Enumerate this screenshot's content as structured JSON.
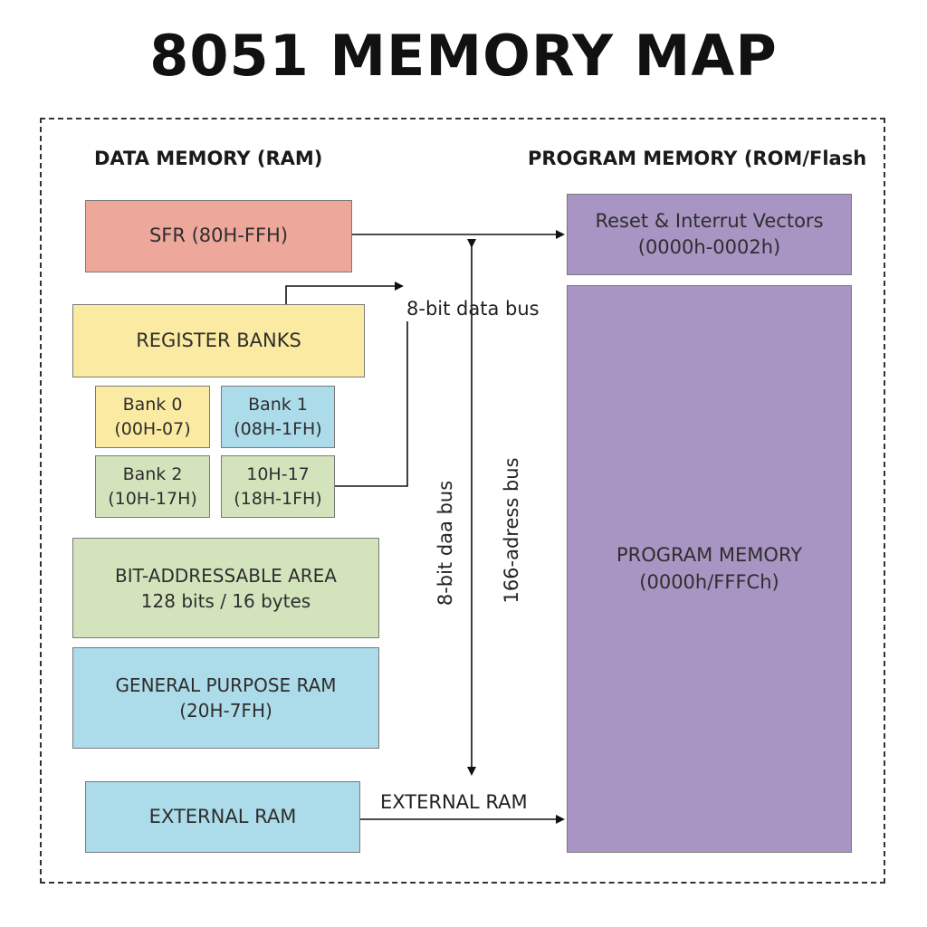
{
  "title": "8051 MEMORY MAP",
  "data_memory": {
    "heading": "DATA MEMORY (RAM)",
    "sfr": {
      "line1": "SFR (80H-FFH)"
    },
    "register_banks": {
      "line1": "REGISTER BANKS"
    },
    "banks": [
      {
        "line1": "Bank 0",
        "line2": "(00H-07)"
      },
      {
        "line1": "Bank 1",
        "line2": "(08H-1FH)"
      },
      {
        "line1": "Bank 2",
        "line2": "(10H-17H)"
      },
      {
        "line1": "10H-17",
        "line2": "(18H-1FH)"
      }
    ],
    "bit_addressable": {
      "line1": "BIT-ADDRESSABLE AREA",
      "line2": "128 bits / 16 bytes"
    },
    "general_purpose": {
      "line1": "GENERAL PURPOSE RAM",
      "line2": "(20H-7FH)"
    },
    "external_ram": {
      "line1": "EXTERNAL RAM"
    }
  },
  "program_memory": {
    "heading": "PROGRAM MEMORY (ROM/Flash",
    "vectors": {
      "line1": "Reset & Interrut Vectors",
      "line2": "(0000h-0002h)"
    },
    "main": {
      "line1": "PROGRAM MEMORY",
      "line2": "(0000h/FFFCh)"
    }
  },
  "buses": {
    "data_bus_label": "8-bit data bus",
    "data_bus_vertical": "8-bit daa bus",
    "address_bus_vertical": "166-adress bus",
    "external_ram_label": "EXTERNAL RAM"
  },
  "colors": {
    "sfr": "#eea79b",
    "register": "#fbeba2",
    "bank_blue": "#acdbe9",
    "bank_green": "#d3e4bd",
    "program": "#a995c3"
  }
}
